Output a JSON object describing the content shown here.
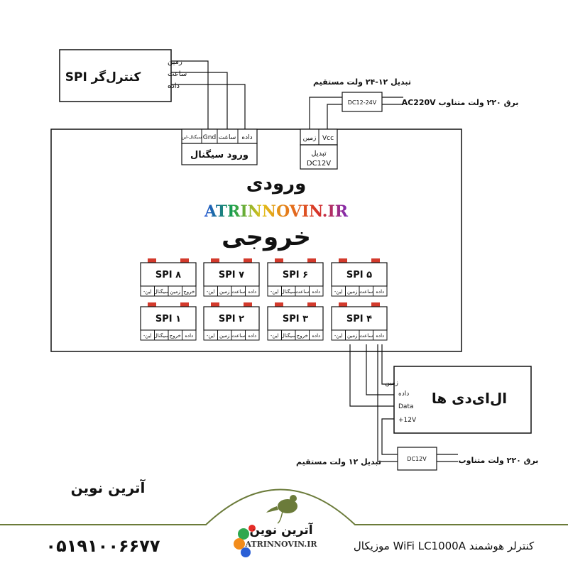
{
  "controller_box": {
    "title": "کنترل‌گر SPI",
    "pins": [
      "زمین",
      "ساعت",
      "داده"
    ]
  },
  "signal_input": {
    "label": "ورود سیگنال",
    "pins": [
      "سیگنال-این",
      "Gnd",
      "ساعت",
      "داده"
    ]
  },
  "power_top": {
    "converter_caption": "تبدیل ۱۲-۲۴ ولت مستقیم",
    "converter_box": "DC12-24V",
    "ac_caption": "برق ۲۲۰ ولت متناوب AC220V",
    "converter_block_pins": [
      "زمین",
      "Vcc"
    ],
    "converter_block_label_1": "تبدیل",
    "converter_block_label_2": "DC12V"
  },
  "main_board": {
    "input_label": "ورودی",
    "watermark": "ATRINNOVIN.IR",
    "output_label": "خروجی"
  },
  "spi_ports": [
    {
      "label": "SPI ۸",
      "pins": [
        "خروج",
        "زمین",
        "سیگنال",
        "-این"
      ]
    },
    {
      "label": "SPI ۷",
      "pins": [
        "داده",
        "ساعت",
        "زمین",
        "-این"
      ]
    },
    {
      "label": "SPI ۶",
      "pins": [
        "داده",
        "ساعت",
        "سیگنال",
        "-این"
      ]
    },
    {
      "label": "SPI ۵",
      "pins": [
        "داده",
        "ساعت",
        "زمین",
        "-این"
      ]
    },
    {
      "label": "SPI ۱",
      "pins": [
        "داده",
        "خروج",
        "سیگنال",
        "-این"
      ]
    },
    {
      "label": "SPI ۲",
      "pins": [
        "داده",
        "ساعت",
        "زمین",
        "-این"
      ]
    },
    {
      "label": "SPI ۳",
      "pins": [
        "داده",
        "خروج",
        "سیگنال",
        "-این"
      ]
    },
    {
      "label": "SPI ۴",
      "pins": [
        "داده",
        "ساعت",
        "زمین",
        "-این"
      ]
    }
  ],
  "led_box": {
    "title": "ال‌ای‌دی ها",
    "pins": [
      "زمین",
      "داده",
      "Data",
      "+12V"
    ]
  },
  "power_bottom": {
    "converter_box": "DC12V",
    "converter_caption": "تبدیل ۱۲ ولت مستقیم",
    "ac_caption": "برق ۲۲۰ ولت متناوب"
  },
  "brand": {
    "name_fa": "آترین نوین",
    "logo_fa": "آترین نوین",
    "logo_url": "ATRINNOVIN.IR"
  },
  "footer": {
    "phone": "۰۵۱۹۱۰۰۶۶۷۷",
    "product": "کنترلر هوشمند WiFi LC1000A موزیکال"
  },
  "colors": {
    "frame": "#111111",
    "footer_border": "#6b7b3a",
    "port_cap": "#d33a2c"
  }
}
